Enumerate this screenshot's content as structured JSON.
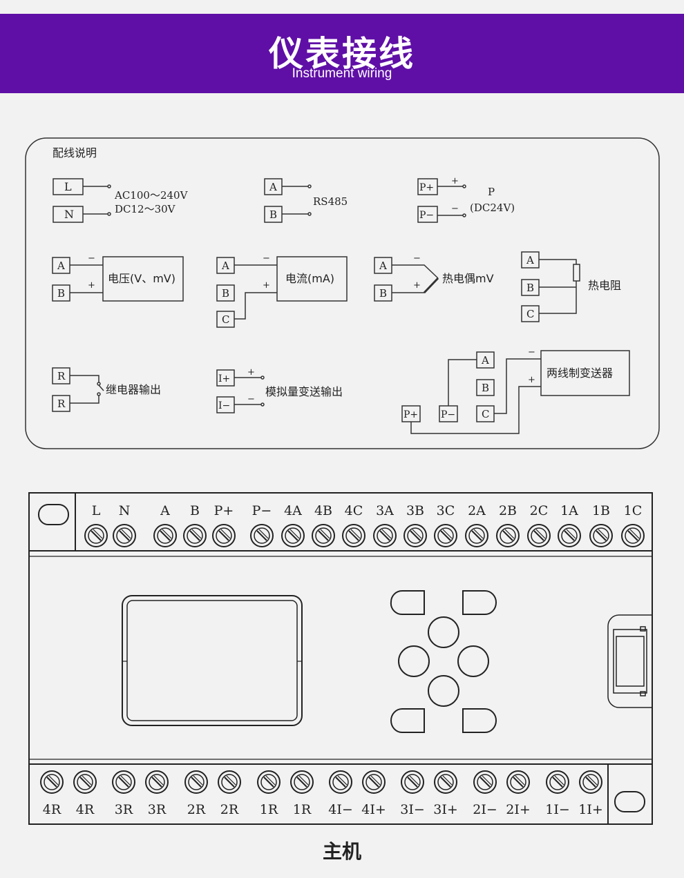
{
  "header": {
    "title": "仪表接线",
    "subtitle": "Instrument wiring",
    "bg_color": "#5f0fa6"
  },
  "wiring": {
    "title": "配线说明",
    "power": {
      "L": "L",
      "N": "N",
      "ac": "AC100～240V",
      "dc": "DC12～30V"
    },
    "rs485": {
      "A": "A",
      "B": "B",
      "label": "RS485"
    },
    "supply": {
      "p_plus": "P+",
      "p_minus": "P−",
      "plus": "+",
      "minus": "−",
      "p": "P",
      "dc": "(DC24V)"
    },
    "voltage": {
      "A": "A",
      "B": "B",
      "minus": "−",
      "plus": "+",
      "label": "电压(V、mV)"
    },
    "current": {
      "A": "A",
      "B": "B",
      "C": "C",
      "minus": "−",
      "plus": "+",
      "label": "电流(mA)"
    },
    "thermocouple": {
      "A": "A",
      "B": "B",
      "minus": "−",
      "plus": "+",
      "label": "热电偶mV"
    },
    "rtd": {
      "A": "A",
      "B": "B",
      "C": "C",
      "label": "热电阻"
    },
    "relay": {
      "R1": "R",
      "R2": "R",
      "label": "继电器输出"
    },
    "analog": {
      "i_plus": "I+",
      "i_minus": "I−",
      "plus": "+",
      "minus": "−",
      "label": "模拟量变送输出"
    },
    "transmitter": {
      "A": "A",
      "B": "B",
      "C": "C",
      "p_plus": "P+",
      "p_minus": "P−",
      "minus": "−",
      "plus": "+",
      "label": "两线制变送器"
    }
  },
  "device": {
    "top_terminals": [
      "L",
      "N",
      "A",
      "B",
      "P+",
      "P−",
      "4A",
      "4B",
      "4C",
      "3A",
      "3B",
      "3C",
      "2A",
      "2B",
      "2C",
      "1A",
      "1B",
      "1C"
    ],
    "bottom_terminals": [
      "4R",
      "4R",
      "3R",
      "3R",
      "2R",
      "2R",
      "1R",
      "1R",
      "4I−",
      "4I+",
      "3I−",
      "3I+",
      "2I−",
      "2I+",
      "1I−",
      "1I+"
    ],
    "caption": "主机"
  }
}
